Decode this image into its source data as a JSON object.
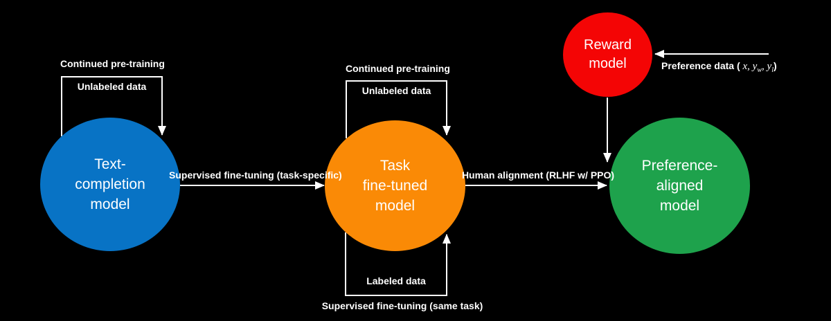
{
  "canvas": {
    "background": "#000000",
    "line_color": "#ffffff"
  },
  "nodes": [
    {
      "id": "text-completion-model",
      "label": "Text-\ncompletion\nmodel",
      "color": "#0873C5"
    },
    {
      "id": "task-fine-tuned-model",
      "label": "Task\nfine-tuned\nmodel",
      "color": "#FA8A06"
    },
    {
      "id": "preference-aligned-model",
      "label": "Preference-\naligned\nmodel",
      "color": "#1EA24C"
    },
    {
      "id": "reward-model",
      "label": "Reward\nmodel",
      "color": "#F40505"
    }
  ],
  "edges": {
    "blue_loop": {
      "title": "Continued pre-training",
      "data": "Unlabeled data"
    },
    "orange_top_loop": {
      "title": "Continued pre-training",
      "data": "Unlabeled data"
    },
    "orange_bottom_loop": {
      "title": "Supervised fine-tuning (same task)",
      "data": "Labeled data"
    },
    "sft_arrow": {
      "label": "Supervised fine-tuning (task-specific)"
    },
    "rlhf_arrow": {
      "label": "Human alignment (RLHF w/ PPO)"
    },
    "reward_to_model_arrow": {
      "label": ""
    },
    "preference_arrow": {
      "prefix": "Preference data ( ",
      "v1": "x",
      "sep1": ", ",
      "v2": "y",
      "sub2": "w",
      "sep2": ", ",
      "v3": "y",
      "sub3": "l",
      "suffix": ")"
    }
  }
}
